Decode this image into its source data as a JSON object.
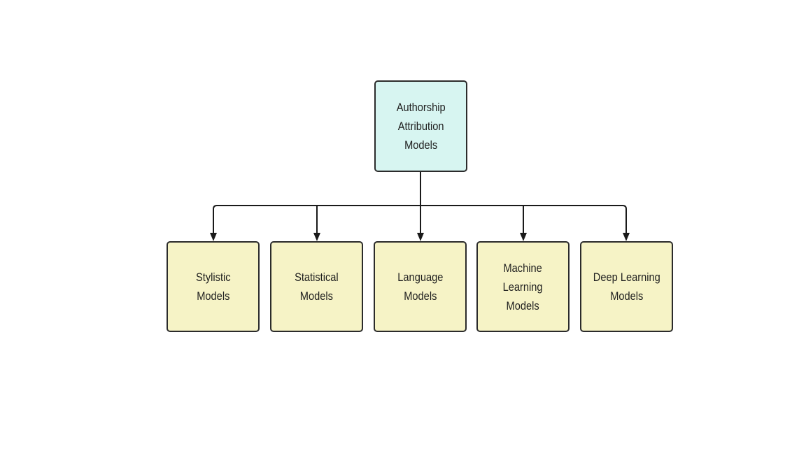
{
  "diagram": {
    "root": {
      "label": "Authorship\nAttribution\nModels",
      "fill": "#d7f5f1"
    },
    "children": [
      {
        "label": "Stylistic\nModels",
        "fill": "#f6f3c6"
      },
      {
        "label": "Statistical\nModels",
        "fill": "#f6f3c6"
      },
      {
        "label": "Language\nModels",
        "fill": "#f6f3c6"
      },
      {
        "label": "Machine\nLearning\nModels",
        "fill": "#f6f3c6"
      },
      {
        "label": "Deep Learning\nModels",
        "fill": "#f6f3c6"
      }
    ],
    "edges": [
      {
        "from": "root",
        "to": 0
      },
      {
        "from": "root",
        "to": 1
      },
      {
        "from": "root",
        "to": 2
      },
      {
        "from": "root",
        "to": 3
      },
      {
        "from": "root",
        "to": 4
      }
    ],
    "stroke_color": "#1a1a1a"
  }
}
